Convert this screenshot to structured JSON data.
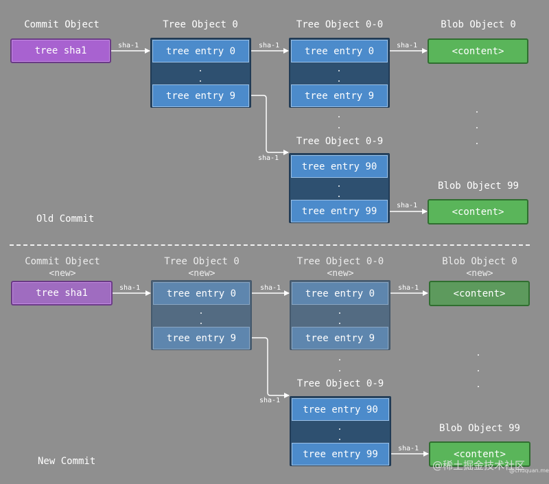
{
  "old": {
    "section_label": "Old Commit",
    "commit": {
      "title": "Commit Object",
      "content": "tree sha1"
    },
    "tree0": {
      "title": "Tree Object 0",
      "entries": [
        "tree entry 0",
        "tree entry 9"
      ]
    },
    "tree00": {
      "title": "Tree Object 0-0",
      "entries": [
        "tree entry 0",
        "tree entry 9"
      ]
    },
    "tree09": {
      "title": "Tree Object 0-9",
      "entries": [
        "tree entry 90",
        "tree entry 99"
      ]
    },
    "blob0": {
      "title": "Blob Object 0",
      "content": "<content>"
    },
    "blob99": {
      "title": "Blob Object 99",
      "content": "<content>"
    }
  },
  "new": {
    "section_label": "New Commit",
    "commit": {
      "title": "Commit Object",
      "tag": "<new>",
      "content": "tree sha1"
    },
    "tree0": {
      "title": "Tree Object 0",
      "tag": "<new>",
      "entries": [
        "tree entry 0",
        "tree entry 9"
      ]
    },
    "tree00": {
      "title": "Tree Object 0-0",
      "tag": "<new>",
      "entries": [
        "tree entry 0",
        "tree entry 9"
      ]
    },
    "tree09": {
      "title": "Tree Object 0-9",
      "entries": [
        "tree entry 90",
        "tree entry 99"
      ]
    },
    "blob0": {
      "title": "Blob Object 0",
      "tag": "<new>",
      "content": "<content>"
    },
    "blob99": {
      "title": "Blob Object 99",
      "content": "<content>"
    }
  },
  "edge_label": "sha-1",
  "ellipsis": ".",
  "watermark": "@稀土掘金技术社区",
  "watermark_small": "@chuquan.me",
  "colors": {
    "commit": "#a862d0",
    "tree_entry": "#4c8bcb",
    "tree_panel": "#2e5070",
    "blob": "#5ab55a",
    "background": "#8f8f8f"
  }
}
